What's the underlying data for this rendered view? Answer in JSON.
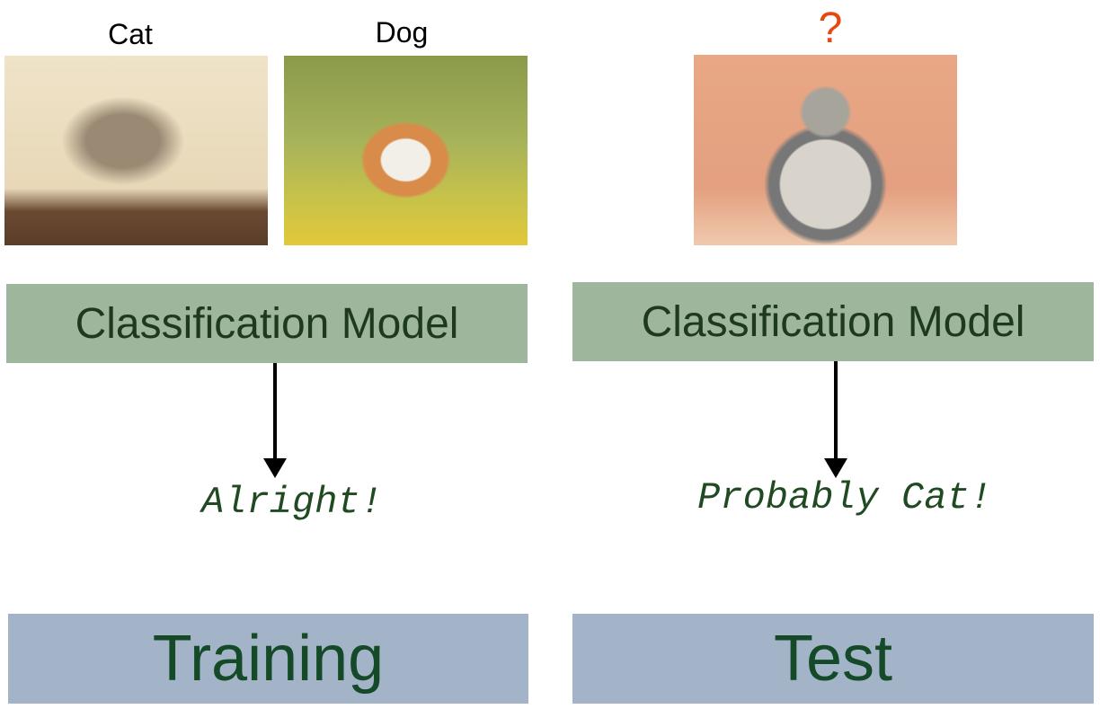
{
  "training": {
    "images": [
      {
        "label": "Cat",
        "icon": "kitten-photo"
      },
      {
        "label": "Dog",
        "icon": "corgi-photo"
      }
    ],
    "model_label": "Classification Model",
    "output": "Alright!",
    "stage_label": "Training"
  },
  "test": {
    "query_mark": "?",
    "image_icon": "sitting-cat-photo",
    "model_label": "Classification Model",
    "output": "Probably Cat!",
    "stage_label": "Test"
  },
  "colors": {
    "model_box": "#9db69c",
    "stage_box": "#a3b4c9",
    "question_mark": "#e8480f",
    "text_green": "#1e3a1e"
  }
}
